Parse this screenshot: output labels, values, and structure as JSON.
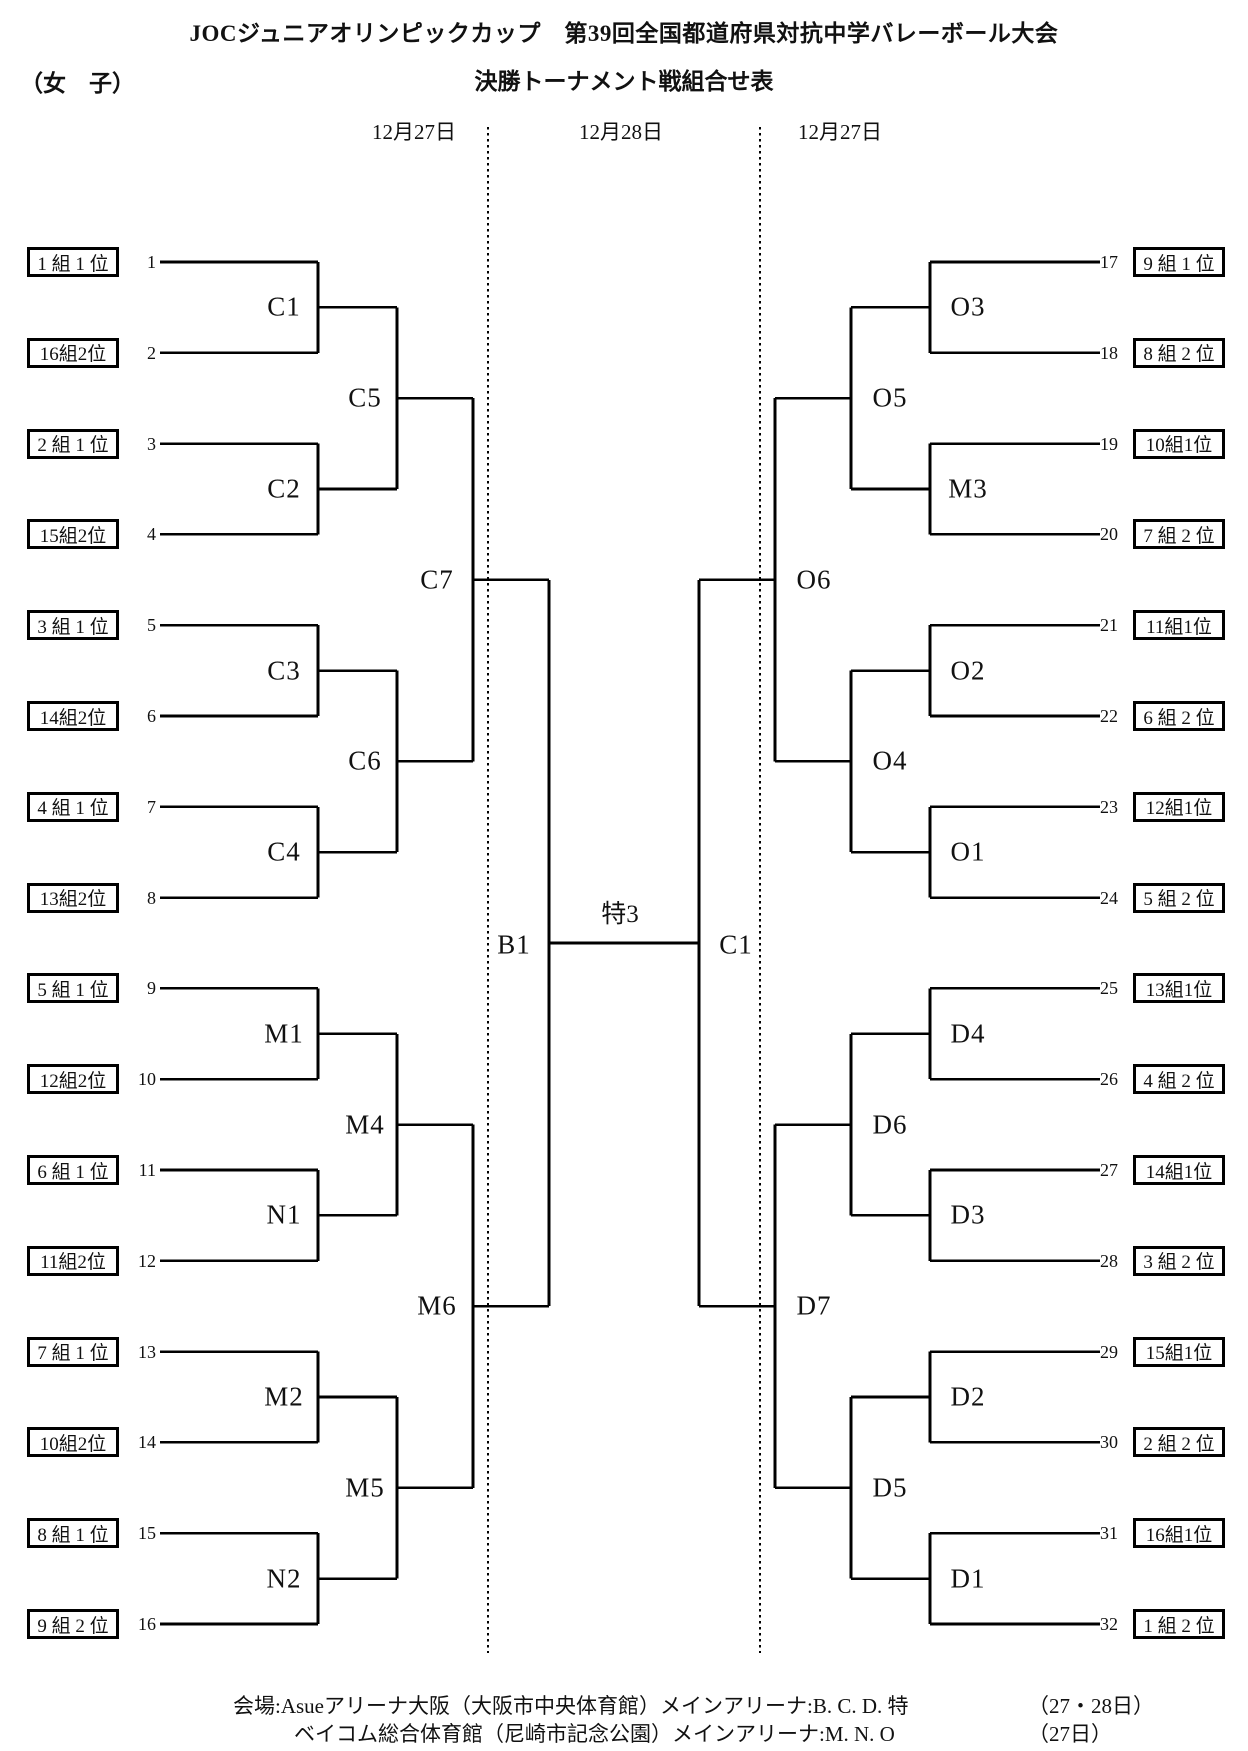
{
  "header": {
    "title": "JOCジュニアオリンピックカップ　第39回全国都道府県対抗中学バレーボール大会",
    "subtitle": "決勝トーナメント戦組合せ表",
    "gender": "（女　子）",
    "dates": [
      "12月27日",
      "12月28日",
      "12月27日"
    ]
  },
  "bracket": {
    "left": {
      "seeds": [
        {
          "no": "1",
          "label": "1 組 1 位"
        },
        {
          "no": "2",
          "label": "16組2位"
        },
        {
          "no": "3",
          "label": "2 組 1 位"
        },
        {
          "no": "4",
          "label": "15組2位"
        },
        {
          "no": "5",
          "label": "3 組 1 位"
        },
        {
          "no": "6",
          "label": "14組2位"
        },
        {
          "no": "7",
          "label": "4 組 1 位"
        },
        {
          "no": "8",
          "label": "13組2位"
        },
        {
          "no": "9",
          "label": "5 組 1 位"
        },
        {
          "no": "10",
          "label": "12組2位"
        },
        {
          "no": "11",
          "label": "6 組 1 位"
        },
        {
          "no": "12",
          "label": "11組2位"
        },
        {
          "no": "13",
          "label": "7 組 1 位"
        },
        {
          "no": "14",
          "label": "10組2位"
        },
        {
          "no": "15",
          "label": "8 組 1 位"
        },
        {
          "no": "16",
          "label": "9 組 2 位"
        }
      ],
      "round1": [
        "C1",
        "C2",
        "C3",
        "C4",
        "M1",
        "N1",
        "M2",
        "N2"
      ],
      "round2": [
        "C5",
        "C6",
        "M4",
        "M5"
      ],
      "round3": [
        "C7",
        "M6"
      ],
      "semifinal": "B1"
    },
    "right": {
      "seeds": [
        {
          "no": "17",
          "label": "9 組 1 位"
        },
        {
          "no": "18",
          "label": "8 組 2 位"
        },
        {
          "no": "19",
          "label": "10組1位"
        },
        {
          "no": "20",
          "label": "7 組 2 位"
        },
        {
          "no": "21",
          "label": "11組1位"
        },
        {
          "no": "22",
          "label": "6 組 2 位"
        },
        {
          "no": "23",
          "label": "12組1位"
        },
        {
          "no": "24",
          "label": "5 組 2 位"
        },
        {
          "no": "25",
          "label": "13組1位"
        },
        {
          "no": "26",
          "label": "4 組 2 位"
        },
        {
          "no": "27",
          "label": "14組1位"
        },
        {
          "no": "28",
          "label": "3 組 2 位"
        },
        {
          "no": "29",
          "label": "15組1位"
        },
        {
          "no": "30",
          "label": "2 組 2 位"
        },
        {
          "no": "31",
          "label": "16組1位"
        },
        {
          "no": "32",
          "label": "1 組 2 位"
        }
      ],
      "round1": [
        "O3",
        "M3",
        "O2",
        "O1",
        "D4",
        "D3",
        "D2",
        "D1"
      ],
      "round2": [
        "O5",
        "O4",
        "D6",
        "D5"
      ],
      "round3": [
        "O6",
        "D7"
      ],
      "semifinal": "C1"
    },
    "final": "特3"
  },
  "footer": {
    "line1": "会場:Asueアリーナ大阪（大阪市中央体育館）メインアリーナ:B. C. D. 特",
    "line1_dates": "（27・28日）",
    "line2": "ベイコム総合体育館（尼崎市記念公園）メインアリーナ:M. N. O",
    "line2_dates": "（27日）"
  }
}
